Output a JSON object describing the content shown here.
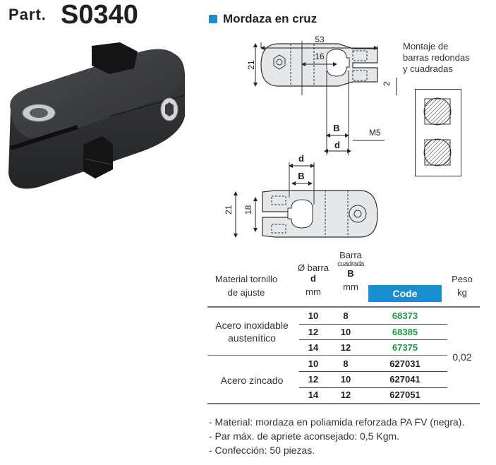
{
  "header": {
    "part_label": "Part.",
    "part_code": "S0340",
    "section_title": "Mordaza en cruz",
    "accent_color": "#1a8fd0"
  },
  "photo": {
    "description": "black cross clamp with two stainless hex socket screws"
  },
  "drawing_top": {
    "dim_overall_length": "53",
    "dim_center_offset": "16",
    "dim_height": "21",
    "dim_slot": "2",
    "dim_B": "B",
    "dim_d": "d",
    "dim_screw": "M5"
  },
  "drawing_bottom": {
    "dim_d": "d",
    "dim_B": "B",
    "dim_height_outer": "21",
    "dim_height_inner": "18"
  },
  "mounting_note": {
    "lines": [
      "Montaje de",
      "barras redondas",
      "y cuadradas"
    ]
  },
  "table": {
    "headers": {
      "material_line1": "Material tornillo",
      "material_line2": "de ajuste",
      "d_line1": "Ø barra",
      "d_symbol": "d",
      "d_unit": "mm",
      "b_line1": "Barra",
      "b_line2": "cuadrada",
      "b_symbol": "B",
      "b_unit": "mm",
      "code": "Code",
      "weight_line1": "Peso",
      "weight_unit": "kg"
    },
    "groups": [
      {
        "material_line1": "Acero inoxidable",
        "material_line2": "austenítico",
        "rows": [
          {
            "d": "10",
            "b": "8",
            "code": "68373"
          },
          {
            "d": "12",
            "b": "10",
            "code": "68385"
          },
          {
            "d": "14",
            "b": "12",
            "code": "67375"
          }
        ]
      },
      {
        "material_line1": "Acero zincado",
        "rows": [
          {
            "d": "10",
            "b": "8",
            "code": "627031"
          },
          {
            "d": "12",
            "b": "10",
            "code": "627041"
          },
          {
            "d": "14",
            "b": "12",
            "code": "627051"
          }
        ]
      }
    ],
    "weight": "0,02",
    "code_green_color": "#1e9a4b"
  },
  "notes": [
    "- Material: mordaza en poliamida reforzada PA FV (negra).",
    "- Par máx. de apriete aconsejado: 0,5 Kgm.",
    "- Confección: 50 piezas."
  ]
}
